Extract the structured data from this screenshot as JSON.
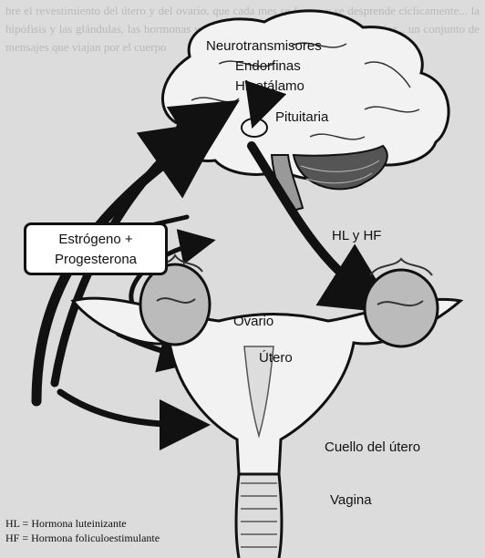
{
  "background_text": "bre el revestimiento del útero y del ovario, que cada mes se forma y se desprende cíclicamente... la hipófisis y las glándulas, las hormonas y el ciclo menstrual de la vida de la mujer... un conjunto de mensajes que viajan por el cuerpo",
  "labels": {
    "neurotransmisores": "Neurotransmisores",
    "endorfinas": "Endorfinas",
    "hipotalamo": "Hipotálamo",
    "pituitaria": "Pituitaria",
    "hl_hf": "HL y HF",
    "estrogeno": "Estrógeno +",
    "progesterona": "Progesterona",
    "ovario": "Ovario",
    "utero": "Útero",
    "cuello": "Cuello del útero",
    "vagina": "Vagina"
  },
  "legend": {
    "hl": "HL = Hormona luteinizante",
    "hf": "HF = Hormona foliculoestimulante"
  },
  "colors": {
    "arrow": "#111111",
    "organ_fill": "#f2f2f2",
    "organ_stroke": "#111111"
  }
}
